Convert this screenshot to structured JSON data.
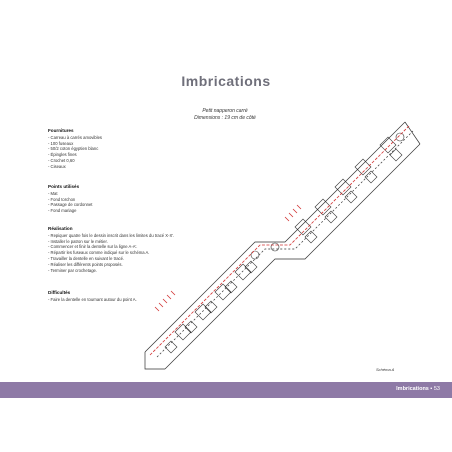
{
  "page": {
    "title": "Imbrications",
    "subtitle_line1": "Petit napperon carré",
    "subtitle_line2": "Dimensions : 19 cm de côté"
  },
  "sections": [
    {
      "heading": "Fournitures",
      "items": [
        "- Carreau à carrés amovibles",
        "- 100 fuseaux",
        "- 50/2 coton égyptien blanc",
        "- Épingles fines",
        "- Crochet 0,60",
        "- Ciseaux"
      ]
    },
    {
      "heading": "Points utilisés",
      "items": [
        "- Mat",
        "- Fond torchon",
        "- Passage de cordonnet",
        "- Fond mariage"
      ]
    },
    {
      "heading": "Réalisation",
      "items": [
        "- Repiquer quatre fois le dessin inscrit dans les limites du tracé X-X'.",
        "- Installer le patron sur le métier.",
        "- Commencer et finir la dentelle sur la ligne A-A'.",
        "- Répartir les fuseaux comme indiqué sur le schéma A.",
        "- Travailler la dentelle en suivant le tracé.",
        "- Réaliser les différents points proposés.",
        "- Terminer par crochetage."
      ]
    },
    {
      "heading": "Difficultés",
      "items": [
        "- Faire la dentelle en tournant autour du point A."
      ]
    }
  ],
  "diagram": {
    "caption": "Schéma A",
    "pricking_color": "#333333",
    "accent_color": "#d23232"
  },
  "footer": {
    "title": "Imbrications",
    "page_number": "53",
    "band_color": "#8e7aa6"
  }
}
